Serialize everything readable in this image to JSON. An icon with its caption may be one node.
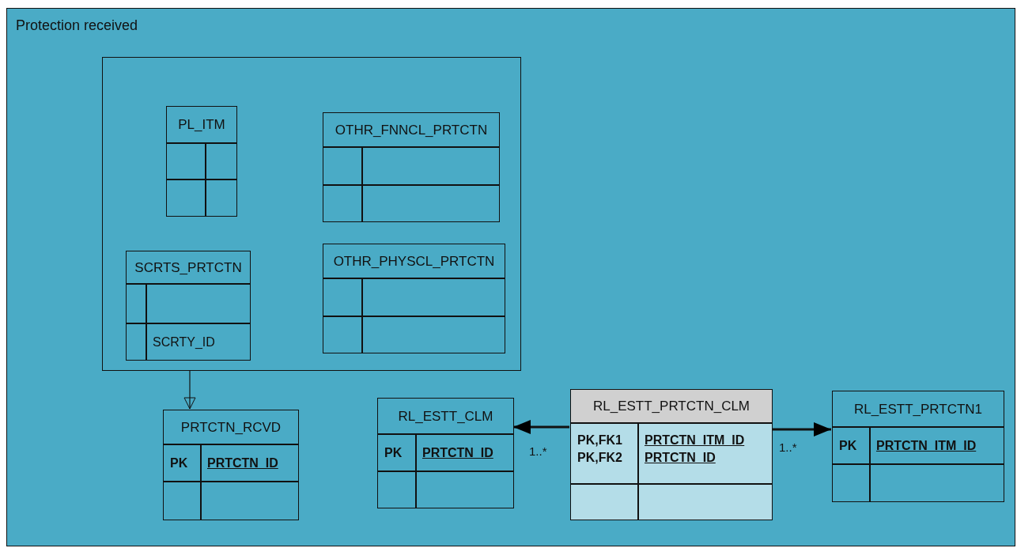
{
  "diagram": {
    "nodes": [
      {
        "text": [
          "Protection received"
        ]
      },
      {
        "text": [],
        "shape": "box",
        "in": 0
      },
      {
        "text": [
          "PL_ITM"
        ],
        "in": 1
      },
      {
        "text": [
          "OTHR_FNNCL_PRTCTN"
        ],
        "in": 1
      },
      {
        "text": [
          "SCRTS_PRTCTN",
          "SCRTY_ID"
        ],
        "in": 1
      },
      {
        "text": [
          "OTHR_PHYSCL_PRTCTN"
        ],
        "in": 1
      },
      {
        "text": [
          "PRTCTN_RCVD",
          "PK",
          "PRTCTN_ID"
        ],
        "in": 0
      },
      {
        "text": [
          "RL_ESTT_CLM",
          "PK",
          "PRTCTN_ID"
        ],
        "in": 0
      },
      {
        "text": [
          "RL_ESTT_PRTCTN_CLM",
          "PK,FK1 PK,FK2",
          "PRTCTN_ITM_ID PRTCTN_ID"
        ],
        "in": 0
      },
      {
        "text": [
          "RL_ESTT_PRTCTN1",
          "PK",
          "PRTCTN_ITM_ID"
        ],
        "in": 0
      }
    ],
    "edges": [
      {
        "from": 1,
        "to": 6,
        "arrow": "to"
      },
      {
        "from": 8,
        "to": 7,
        "arrow": "to",
        "label": "1..*"
      },
      {
        "from": 8,
        "to": 9,
        "arrow": "to",
        "label": "1..*"
      }
    ]
  }
}
